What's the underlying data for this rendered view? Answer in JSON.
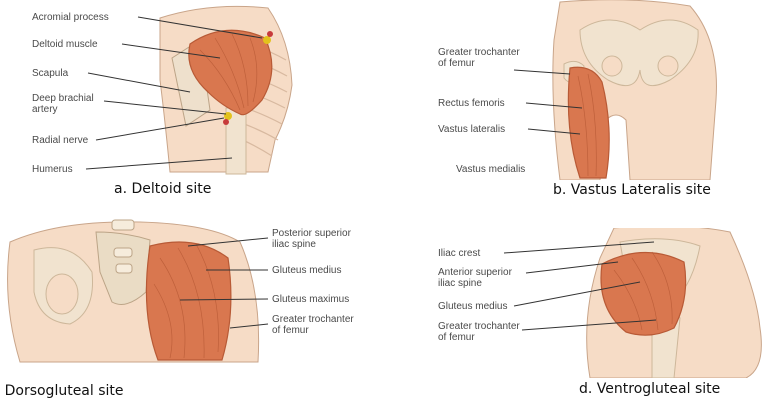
{
  "panels": [
    {
      "caption": "a. Deltoid site",
      "labels": [
        "Acromial process",
        "Deltoid muscle",
        "Scapula",
        "Deep brachial",
        "artery",
        "Radial nerve",
        "Humerus"
      ]
    },
    {
      "caption": "b. Vastus Lateralis site",
      "labels": [
        "Greater trochanter",
        "of femur",
        "Rectus femoris",
        "Vastus lateralis",
        "Vastus medialis"
      ]
    },
    {
      "caption": "c. Dorsogluteal site",
      "labels": [
        "Posterior superior",
        "iliac spine",
        "Gluteus medius",
        "Gluteus maximus",
        "Greater trochanter",
        "of femur"
      ]
    },
    {
      "caption": "d. Ventrogluteal site",
      "labels": [
        "Iliac crest",
        "Anterior superior",
        "iliac spine",
        "Gluteus medius",
        "Greater trochanter",
        "of femur"
      ]
    }
  ],
  "colors": {
    "muscle": "#d9774f",
    "muscle_dark": "#b85a36",
    "skin": "#f6dcc6",
    "skin_line": "#c9a58a",
    "bone": "#f1e3cf",
    "bone_line": "#cdb79a",
    "leader": "#333333",
    "nerve": "#e3c21c"
  }
}
